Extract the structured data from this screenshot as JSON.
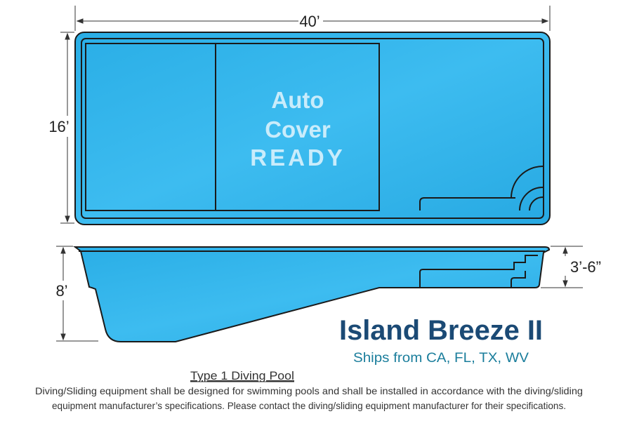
{
  "dimensions": {
    "length": "40’",
    "width": "16’",
    "deep_depth": "8’",
    "shallow_depth": "3’-6”"
  },
  "top_view": {
    "cover_line1": "Auto",
    "cover_line2": "Cover",
    "cover_line3": "READY"
  },
  "product": {
    "title": "Island Breeze II",
    "ships_from": "Ships from CA, FL, TX, WV"
  },
  "notice": {
    "heading": "Type 1 Diving Pool",
    "line1": "Diving/Sliding equipment shall be designed for swimming pools and shall be installed in accordance with the diving/sliding",
    "line2": "equipment manufacturer’s specifications. Please contact the diving/sliding equipment manufacturer for their specifications."
  },
  "colors": {
    "pool": "#2fb3ea",
    "title": "#1b4a75",
    "subtitle": "#1b7e9c"
  }
}
